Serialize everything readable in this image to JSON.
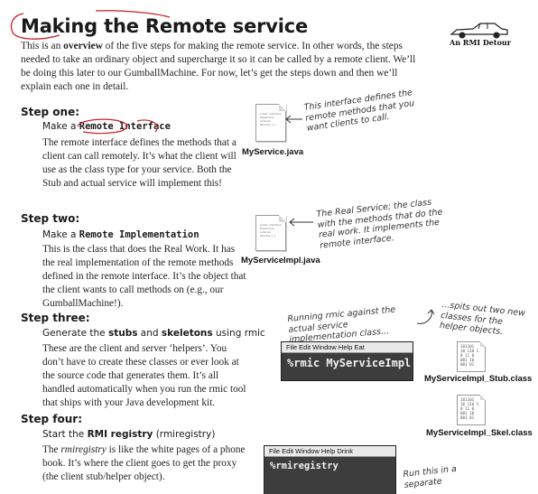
{
  "title": "Making the Remote service",
  "intro": {
    "text_before": "This is an ",
    "emphasis": "overview",
    "text_after": " of the five steps for making the remote service. In other words, the steps needed to take an ordinary object and supercharge it so it can be called by a remote client.  We’ll be doing this later to our GumballMachine. For now, let’s get the steps down and then we’ll explain each one in detail."
  },
  "badge": {
    "label": "An RMI Detour",
    "icon": "car-icon"
  },
  "steps": [
    {
      "heading": "Step one:",
      "task_prefix": "Make a ",
      "task_code": "Remote Interface",
      "body": "The remote interface defines the methods that a client can call remotely. It’s what the client will use as the class type for your service. Both the Stub and actual service will implement this!"
    },
    {
      "heading": "Step two:",
      "task_prefix": "Make a ",
      "task_code": "Remote Implementation",
      "body": "This is the class that does the Real Work. It has the real implementation of the remote methods defined in the remote interface. It’s the object that the client wants to call methods on (e.g., our GumballMachine!)."
    },
    {
      "heading": "Step three:",
      "task_prefix": "Generate the ",
      "task_code": "stubs",
      "task_mid": " and ",
      "task_code2": "skeletons",
      "task_suffix": " using rmic",
      "body": "These are the client and server ‘helpers’. You don’t have to create these classes or ever look at the source code that generates them. It’s all handled automatically when you run the rmic tool that ships with your Java development kit."
    },
    {
      "heading": "Step four:",
      "task_prefix": "Start the ",
      "task_code": "RMI registry",
      "task_suffix": " (rmiregistry)",
      "body_em": "rmiregistry",
      "body_before": "The ",
      "body_after": " is like the white pages of a phone book. It’s where the client goes to get the proxy (the client stub/helper object)."
    }
  ],
  "files": {
    "interface": "MyService.java",
    "impl": "MyServiceImpl.java",
    "stub": "MyServiceImpl_Stub.class",
    "skel": "MyServiceImpl_Skel.class",
    "file_lines": "public interface MyService extends Remote { }"
  },
  "notes": {
    "interface": "This interface defines the remote methods that you want clients to call.",
    "impl": "The Real Service; the class with the methods that do the real work. It implements the remote interface.",
    "rmic": "Running rmic against the actual service implementation class...",
    "spits": "...spits out two new classes for the helper objects.",
    "registry": "Run this in a separate"
  },
  "terminals": [
    {
      "menu": "File  Edit  Window  Help  Eat",
      "prompt": "%",
      "command": "rmic MyServiceImpl"
    },
    {
      "menu": "File  Edit  Window  Help  Drink",
      "prompt": "%",
      "command": "rmiregistry"
    }
  ],
  "binary": "101101\n10 110 1\n0 11 0\n001 10\n001 01"
}
